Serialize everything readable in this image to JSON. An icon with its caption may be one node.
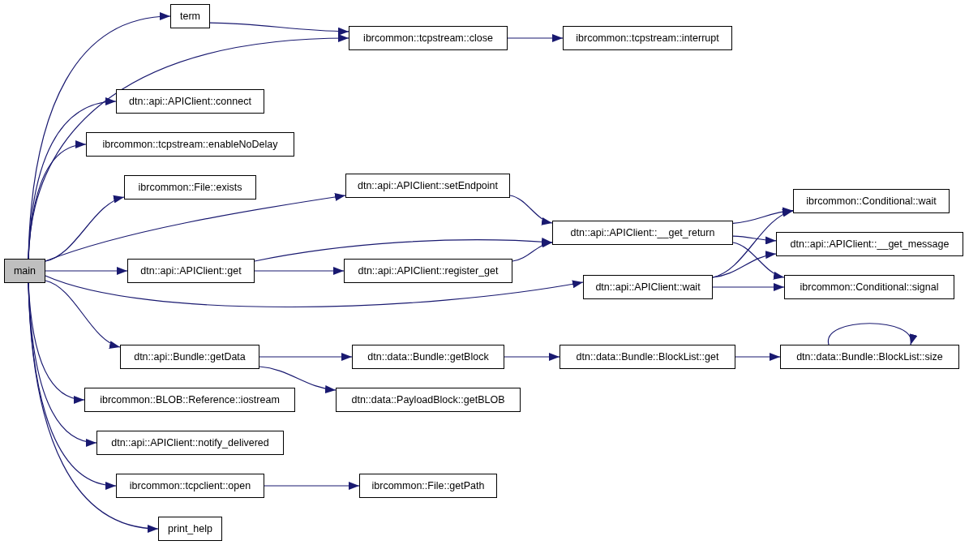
{
  "diagram": {
    "nodes": [
      {
        "text": [
          "main"
        ]
      },
      {
        "text": [
          "term"
        ]
      },
      {
        "text": [
          "ibrcommon::tcpstream::close"
        ]
      },
      {
        "text": [
          "ibrcommon::tcpstream::interrupt"
        ]
      },
      {
        "text": [
          "dtn::api::APIClient::connect"
        ]
      },
      {
        "text": [
          "ibrcommon::tcpstream::enableNoDelay"
        ]
      },
      {
        "text": [
          "ibrcommon::File::exists"
        ]
      },
      {
        "text": [
          "dtn::api::APIClient::setEndpoint"
        ]
      },
      {
        "text": [
          "dtn::api::APIClient::__get_return"
        ]
      },
      {
        "text": [
          "ibrcommon::Conditional::wait"
        ]
      },
      {
        "text": [
          "dtn::api::APIClient::__get_message"
        ]
      },
      {
        "text": [
          "dtn::api::APIClient::get"
        ]
      },
      {
        "text": [
          "dtn::api::APIClient::register_get"
        ]
      },
      {
        "text": [
          "dtn::api::APIClient::wait"
        ]
      },
      {
        "text": [
          "ibrcommon::Conditional::signal"
        ]
      },
      {
        "text": [
          "dtn::api::Bundle::getData"
        ]
      },
      {
        "text": [
          "dtn::data::Bundle::getBlock"
        ]
      },
      {
        "text": [
          "dtn::data::Bundle::BlockList::get"
        ]
      },
      {
        "text": [
          "dtn::data::Bundle::BlockList::size"
        ]
      },
      {
        "text": [
          "ibrcommon::BLOB::Reference::iostream"
        ]
      },
      {
        "text": [
          "dtn::data::PayloadBlock::getBLOB"
        ]
      },
      {
        "text": [
          "dtn::api::APIClient::notify_delivered"
        ]
      },
      {
        "text": [
          "ibrcommon::tcpclient::open"
        ]
      },
      {
        "text": [
          "ibrcommon::File::getPath"
        ]
      },
      {
        "text": [
          "print_help"
        ]
      }
    ],
    "edges": [
      {
        "from": 0,
        "to": 1,
        "arrow": "to"
      },
      {
        "from": 0,
        "to": 2,
        "arrow": "to"
      },
      {
        "from": 1,
        "to": 2,
        "arrow": "to"
      },
      {
        "from": 2,
        "to": 3,
        "arrow": "to"
      },
      {
        "from": 0,
        "to": 4,
        "arrow": "to"
      },
      {
        "from": 0,
        "to": 5,
        "arrow": "to"
      },
      {
        "from": 0,
        "to": 6,
        "arrow": "to"
      },
      {
        "from": 0,
        "to": 7,
        "arrow": "to"
      },
      {
        "from": 7,
        "to": 8,
        "arrow": "to"
      },
      {
        "from": 0,
        "to": 11,
        "arrow": "to"
      },
      {
        "from": 11,
        "to": 8,
        "arrow": "to"
      },
      {
        "from": 11,
        "to": 12,
        "arrow": "to"
      },
      {
        "from": 12,
        "to": 8,
        "arrow": "to"
      },
      {
        "from": 0,
        "to": 13,
        "arrow": "to"
      },
      {
        "from": 8,
        "to": 9,
        "arrow": "to"
      },
      {
        "from": 8,
        "to": 10,
        "arrow": "to"
      },
      {
        "from": 8,
        "to": 14,
        "arrow": "to"
      },
      {
        "from": 13,
        "to": 9,
        "arrow": "to"
      },
      {
        "from": 13,
        "to": 10,
        "arrow": "to"
      },
      {
        "from": 13,
        "to": 14,
        "arrow": "to"
      },
      {
        "from": 0,
        "to": 15,
        "arrow": "to"
      },
      {
        "from": 15,
        "to": 16,
        "arrow": "to"
      },
      {
        "from": 15,
        "to": 20,
        "arrow": "to"
      },
      {
        "from": 16,
        "to": 17,
        "arrow": "to"
      },
      {
        "from": 17,
        "to": 18,
        "arrow": "to"
      },
      {
        "from": 18,
        "to": 18,
        "arrow": "to"
      },
      {
        "from": 0,
        "to": 19,
        "arrow": "to"
      },
      {
        "from": 0,
        "to": 21,
        "arrow": "to"
      },
      {
        "from": 0,
        "to": 22,
        "arrow": "to"
      },
      {
        "from": 22,
        "to": 23,
        "arrow": "to"
      },
      {
        "from": 0,
        "to": 24,
        "arrow": "to"
      }
    ]
  }
}
